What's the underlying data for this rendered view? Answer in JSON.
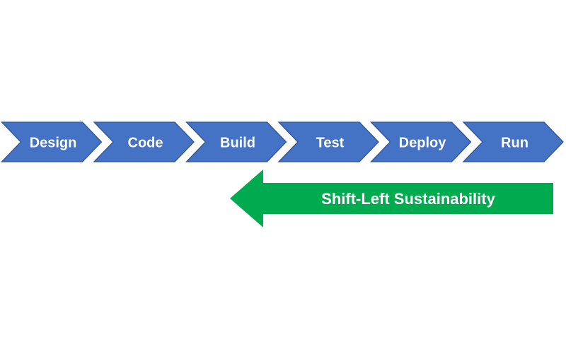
{
  "diagram": {
    "type": "process-flow",
    "stages": [
      {
        "label": "Design"
      },
      {
        "label": "Code"
      },
      {
        "label": "Build"
      },
      {
        "label": "Test"
      },
      {
        "label": "Deploy"
      },
      {
        "label": "Run"
      }
    ],
    "shift_arrow": {
      "label": "Shift-Left Sustainability",
      "direction": "left"
    },
    "colors": {
      "stage_fill": "#4472C4",
      "stage_border": "#2F5496",
      "arrow_fill": "#00AB4F",
      "label_text": "#FFFFFF",
      "background": "#FFFFFF"
    }
  }
}
